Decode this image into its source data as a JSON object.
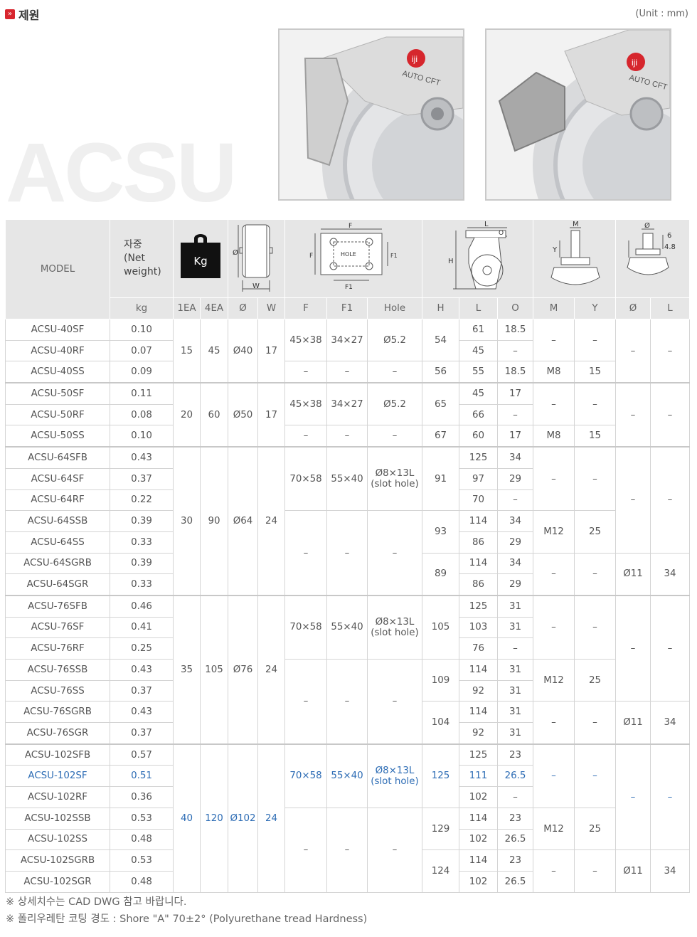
{
  "header": {
    "bullet": "»",
    "title": "제원",
    "unit": "(Unit : mm)"
  },
  "watermark": "ACSU",
  "photos": [
    {
      "logo": "AUTO CFT",
      "brand": "iji"
    },
    {
      "logo": "AUTO CFT",
      "brand": "iji"
    }
  ],
  "table": {
    "model_header": "MODEL",
    "weight_header": [
      "자중",
      "(Net",
      "weight)"
    ],
    "kg_icon": "Kg",
    "diagram_labels": {
      "phi": "Ø",
      "w": "W",
      "f": "F",
      "f1": "F1",
      "hole": "HOLE",
      "l": "L",
      "o": "O",
      "h": "H",
      "m": "M",
      "y": "Y",
      "six": "6",
      "four8": "4.8"
    },
    "units": [
      "kg",
      "1EA",
      "4EA",
      "Ø",
      "W",
      "F",
      "F1",
      "Hole",
      "H",
      "L",
      "O",
      "M",
      "Y",
      "Ø",
      "L"
    ],
    "rows": [
      [
        "ACSU-40SF",
        "0.10",
        "61",
        "18.5"
      ],
      [
        "ACSU-40RF",
        "0.07",
        "45",
        "–"
      ],
      [
        "ACSU-40SS",
        "0.09",
        "55",
        "18.5"
      ],
      [
        "ACSU-50SF",
        "0.11",
        "45",
        "17"
      ],
      [
        "ACSU-50RF",
        "0.08",
        "66",
        "–"
      ],
      [
        "ACSU-50SS",
        "0.10",
        "60",
        "17"
      ],
      [
        "ACSU-64SFB",
        "0.43",
        "125",
        "34"
      ],
      [
        "ACSU-64SF",
        "0.37",
        "97",
        "29"
      ],
      [
        "ACSU-64RF",
        "0.22",
        "70",
        "–"
      ],
      [
        "ACSU-64SSB",
        "0.39",
        "114",
        "34"
      ],
      [
        "ACSU-64SS",
        "0.33",
        "86",
        "29"
      ],
      [
        "ACSU-64SGRB",
        "0.39",
        "114",
        "34"
      ],
      [
        "ACSU-64SGR",
        "0.33",
        "86",
        "29"
      ],
      [
        "ACSU-76SFB",
        "0.46",
        "125",
        "31"
      ],
      [
        "ACSU-76SF",
        "0.41",
        "103",
        "31"
      ],
      [
        "ACSU-76RF",
        "0.25",
        "76",
        "–"
      ],
      [
        "ACSU-76SSB",
        "0.43",
        "114",
        "31"
      ],
      [
        "ACSU-76SS",
        "0.37",
        "92",
        "31"
      ],
      [
        "ACSU-76SGRB",
        "0.43",
        "114",
        "31"
      ],
      [
        "ACSU-76SGR",
        "0.37",
        "92",
        "31"
      ],
      [
        "ACSU-102SFB",
        "0.57",
        "125",
        "23"
      ],
      [
        "ACSU-102SF",
        "0.51",
        "111",
        "26.5"
      ],
      [
        "ACSU-102RF",
        "0.36",
        "102",
        "–"
      ],
      [
        "ACSU-102SSB",
        "0.53",
        "114",
        "23"
      ],
      [
        "ACSU-102SS",
        "0.48",
        "102",
        "26.5"
      ],
      [
        "ACSU-102SGRB",
        "0.53",
        "114",
        "23"
      ],
      [
        "ACSU-102SGR",
        "0.48",
        "102",
        "26.5"
      ]
    ],
    "groups": {
      "g40": {
        "ea1": "15",
        "ea4": "45",
        "dia": "Ø40",
        "w": "17",
        "f": "45×38",
        "f1": "34×27",
        "hole": "Ø5.2",
        "h": "54",
        "h2": "56",
        "dash": "–",
        "m": "M8",
        "y": "15"
      },
      "g50": {
        "ea1": "20",
        "ea4": "60",
        "dia": "Ø50",
        "w": "17",
        "f": "45×38",
        "f1": "34×27",
        "hole": "Ø5.2",
        "h": "65",
        "h2": "67",
        "dash": "–",
        "m": "M8",
        "y": "15"
      },
      "g64": {
        "ea1": "30",
        "ea4": "90",
        "dia": "Ø64",
        "w": "24",
        "f": "70×58",
        "f1": "55×40",
        "hole1": "Ø8×13L",
        "hole2": "(slot hole)",
        "h": "91",
        "h2": "93",
        "h3": "89",
        "dash": "–",
        "m": "M12",
        "y": "25",
        "sd": "Ø11",
        "sl": "34"
      },
      "g76": {
        "ea1": "35",
        "ea4": "105",
        "dia": "Ø76",
        "w": "24",
        "f": "70×58",
        "f1": "55×40",
        "hole1": "Ø8×13L",
        "hole2": "(slot hole)",
        "h": "105",
        "h2": "109",
        "h3": "104",
        "dash": "–",
        "m": "M12",
        "y": "25",
        "sd": "Ø11",
        "sl": "34"
      },
      "g102": {
        "ea1": "40",
        "ea4": "120",
        "dia": "Ø102",
        "w": "24",
        "f": "70×58",
        "f1": "55×40",
        "hole1": "Ø8×13L",
        "hole2": "(slot hole)",
        "h": "125",
        "h2": "129",
        "h3": "124",
        "dash": "–",
        "m": "M12",
        "y": "25",
        "sd": "Ø11",
        "sl": "34"
      }
    },
    "highlight_color": "#2e6db5"
  },
  "notes": [
    "※ 상세치수는 CAD DWG 참고 바랍니다.",
    "※ 폴리우레탄 코팅 경도 : Shore \"A\" 70±2° (Polyurethane tread Hardness)"
  ]
}
